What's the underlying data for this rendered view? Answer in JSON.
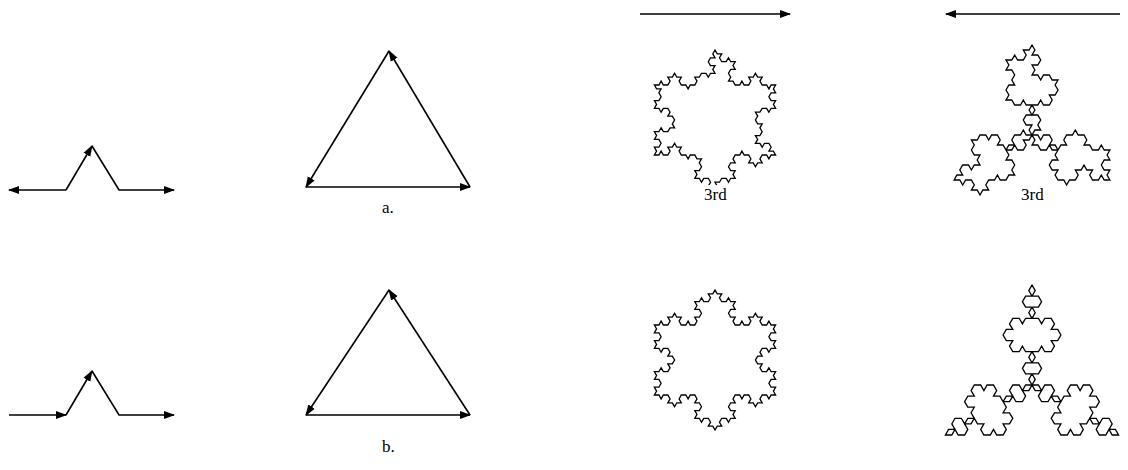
{
  "diagram": {
    "labels": [
      "a.",
      "3rd",
      "3rd",
      "b."
    ]
  }
}
